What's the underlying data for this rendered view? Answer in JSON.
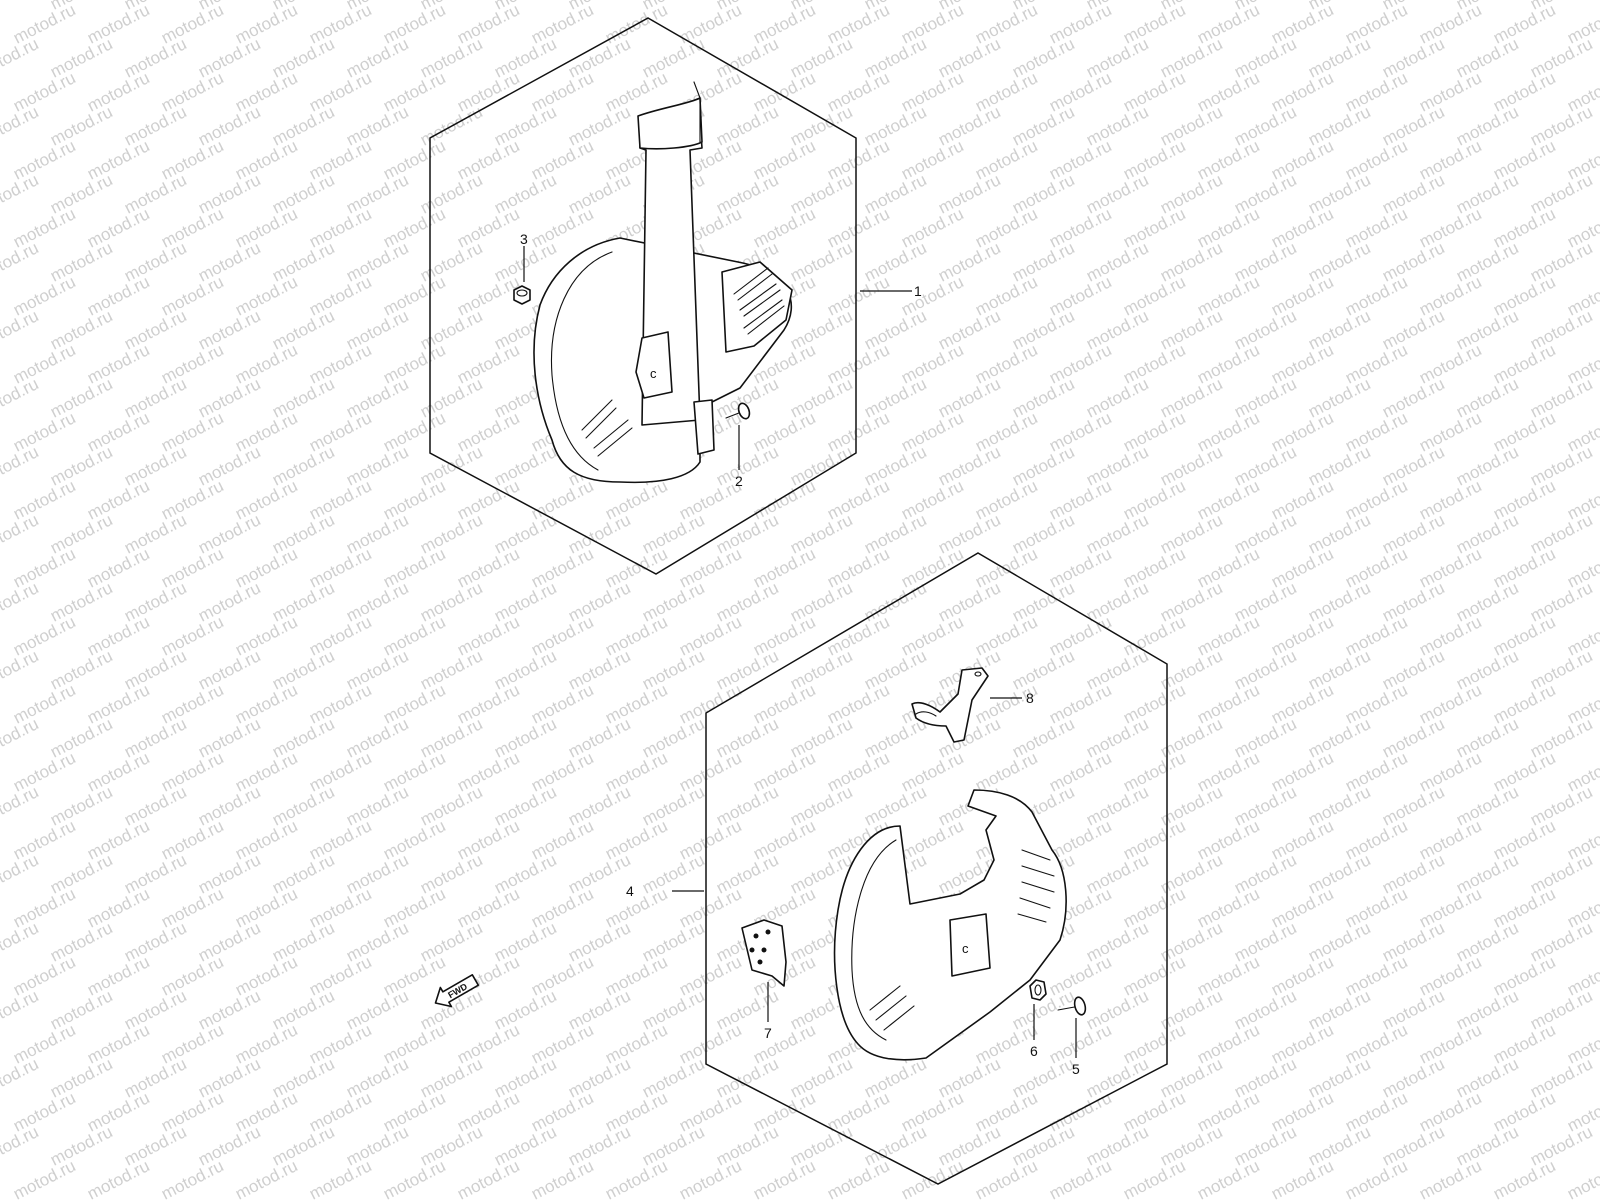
{
  "watermark": {
    "text": "motod.ru",
    "color": "#cfcfcf"
  },
  "direction_marker": {
    "label": "FWD",
    "icon": "fwd-arrow-icon"
  },
  "callouts": [
    {
      "number": "1"
    },
    {
      "number": "2"
    },
    {
      "number": "3"
    },
    {
      "number": "4"
    },
    {
      "number": "5"
    },
    {
      "number": "6"
    },
    {
      "number": "7"
    },
    {
      "number": "8"
    }
  ]
}
